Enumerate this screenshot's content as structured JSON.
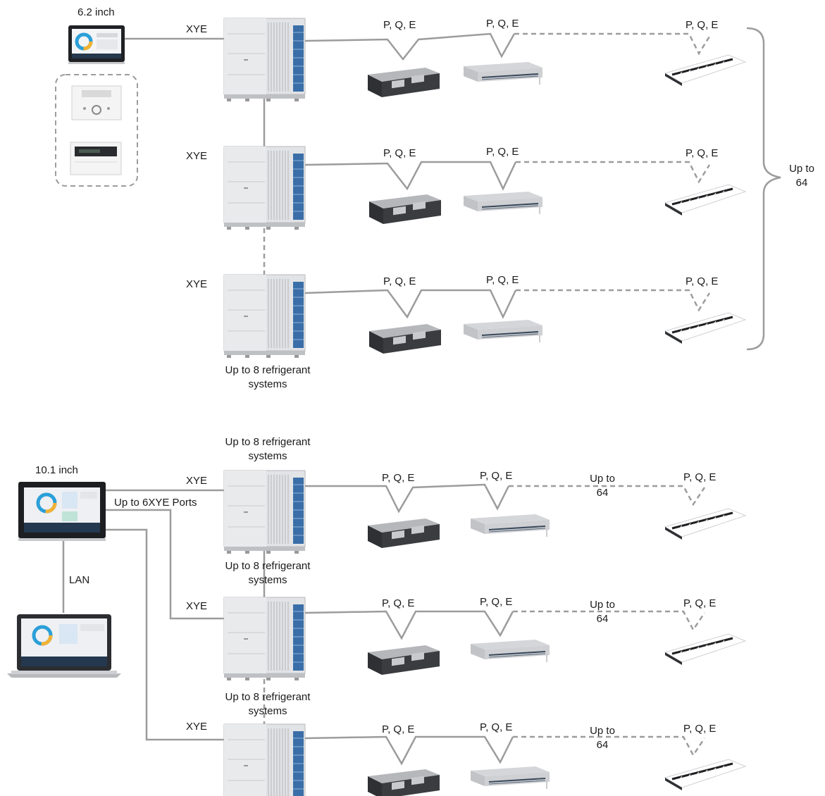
{
  "top": {
    "controller_label": "6.2 inch",
    "bracket_label": [
      "Up to",
      "64"
    ],
    "systems_note": [
      "Up to 8 refrigerant",
      "systems"
    ],
    "rows": [
      {
        "xye": "XYE",
        "pqe": [
          "P, Q, E",
          "P, Q, E",
          "P, Q, E"
        ]
      },
      {
        "xye": "XYE",
        "pqe": [
          "P, Q, E",
          "P, Q, E",
          "P, Q, E"
        ]
      },
      {
        "xye": "XYE",
        "pqe": [
          "P, Q, E",
          "P, Q, E",
          "P, Q, E"
        ]
      }
    ]
  },
  "bottom": {
    "controller_label": "10.1 inch",
    "ports_label": "Up to 6XYE Ports",
    "lan_label": "LAN",
    "systems_note": [
      "Up to 8 refrigerant",
      "systems"
    ],
    "rows": [
      {
        "xye": "XYE",
        "pqe": [
          "P, Q, E",
          "P, Q, E",
          "P, Q, E"
        ],
        "upto": [
          "Up to",
          "64"
        ]
      },
      {
        "xye": "XYE",
        "pqe": [
          "P, Q, E",
          "P, Q, E",
          "P, Q, E"
        ],
        "upto": [
          "Up to",
          "64"
        ]
      },
      {
        "xye": "XYE",
        "pqe": [
          "P, Q, E",
          "P, Q, E",
          "P, Q, E"
        ],
        "upto": [
          "Up to",
          "64"
        ]
      }
    ]
  },
  "icons": {
    "outdoor_unit": "vrf-outdoor-unit-icon",
    "ducted_unit": "ducted-indoor-unit-icon",
    "slim_duct": "slim-duct-indoor-unit-icon",
    "ceiling_unit": "ceiling-suspended-unit-icon",
    "touch_controller": "touch-screen-controller-icon",
    "wired_controller": "wired-controller-icon",
    "laptop": "laptop-icon"
  },
  "colors": {
    "wire": "#9c9c9c",
    "unit_body": "#dcdde0",
    "coil": "#3a6ea8",
    "screen_accent": "#2b9fd8"
  }
}
